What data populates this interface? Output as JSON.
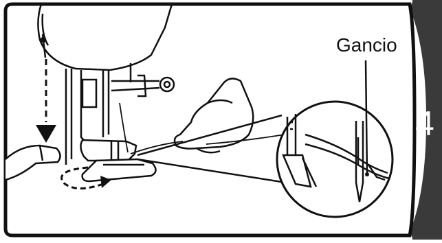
{
  "illustration": {
    "callout_label": "Gancio",
    "step_number": "4",
    "colors": {
      "ink": "#111111",
      "background": "#ffffff",
      "tab": "#3a3a3a",
      "tab_text": "#ffffff"
    },
    "icons": [
      "sewing-machine-needle-area",
      "presser-foot",
      "down-arrow",
      "curved-arrow",
      "hand",
      "zoom-circle",
      "hook",
      "needle"
    ]
  }
}
